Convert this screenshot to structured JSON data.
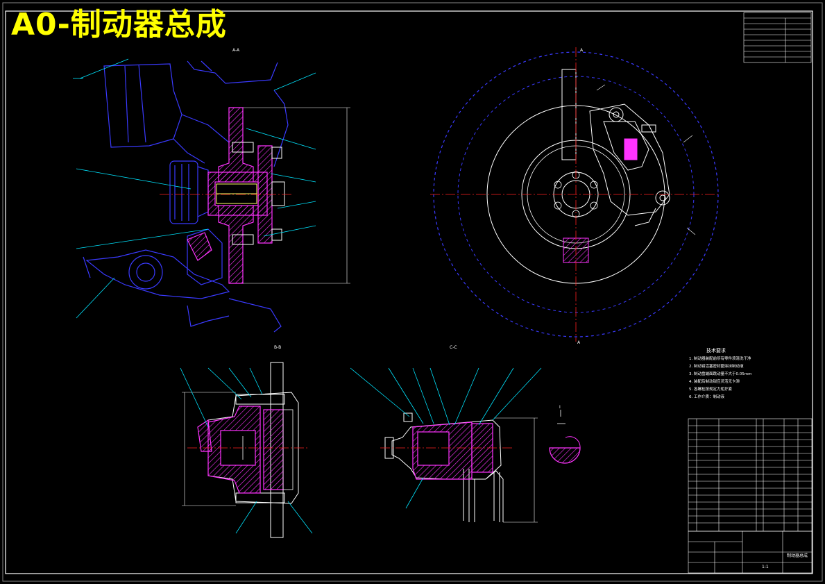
{
  "drawing_title": "A0-制动器总成",
  "section_labels": {
    "main_view": "A-A",
    "caliper_view_1": "B-B",
    "caliper_view_2": "C-C",
    "detail_view": "I"
  },
  "axis_labels": {
    "top": "A",
    "bottom": "A"
  },
  "colors": {
    "background": "#000000",
    "frame": "#ffffff",
    "outline_blue": "#3a3aff",
    "leader_cyan": "#00e5ff",
    "hatch_magenta": "#ff33ff",
    "centerline_red": "#ff2020",
    "title_yellow": "#ffff00",
    "part_white": "#ffffff",
    "dim_line": "#ffffff"
  },
  "tech_requirements": {
    "heading": "技术要求",
    "items": [
      "1. 制动器装配前所有零件须清洗干净",
      "2. 制动钳活塞密封圈涂抹制动液",
      "3. 制动盘端面跳动量不大于0.05mm",
      "4. 装配后制动钳应灵活无卡滞",
      "5. 各螺栓按规定力矩拧紧",
      "6. 工作介质：制动液"
    ]
  },
  "title_block": {
    "drawing_name": "制动器总成",
    "scale": "1:1"
  }
}
